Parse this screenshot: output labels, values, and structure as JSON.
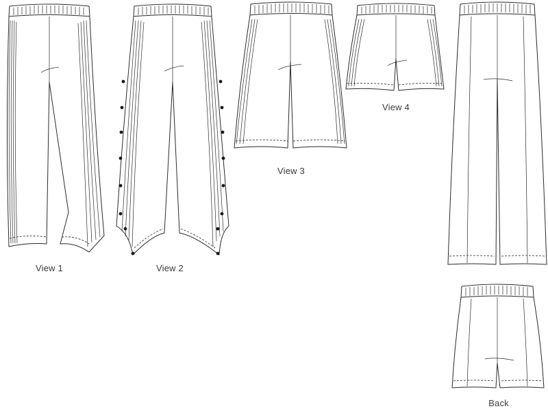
{
  "labels": {
    "view1": "View 1",
    "view2": "View 2",
    "view3": "View 3",
    "view4": "View 4",
    "back": "Back"
  },
  "ink_color": "#2a2a2a"
}
